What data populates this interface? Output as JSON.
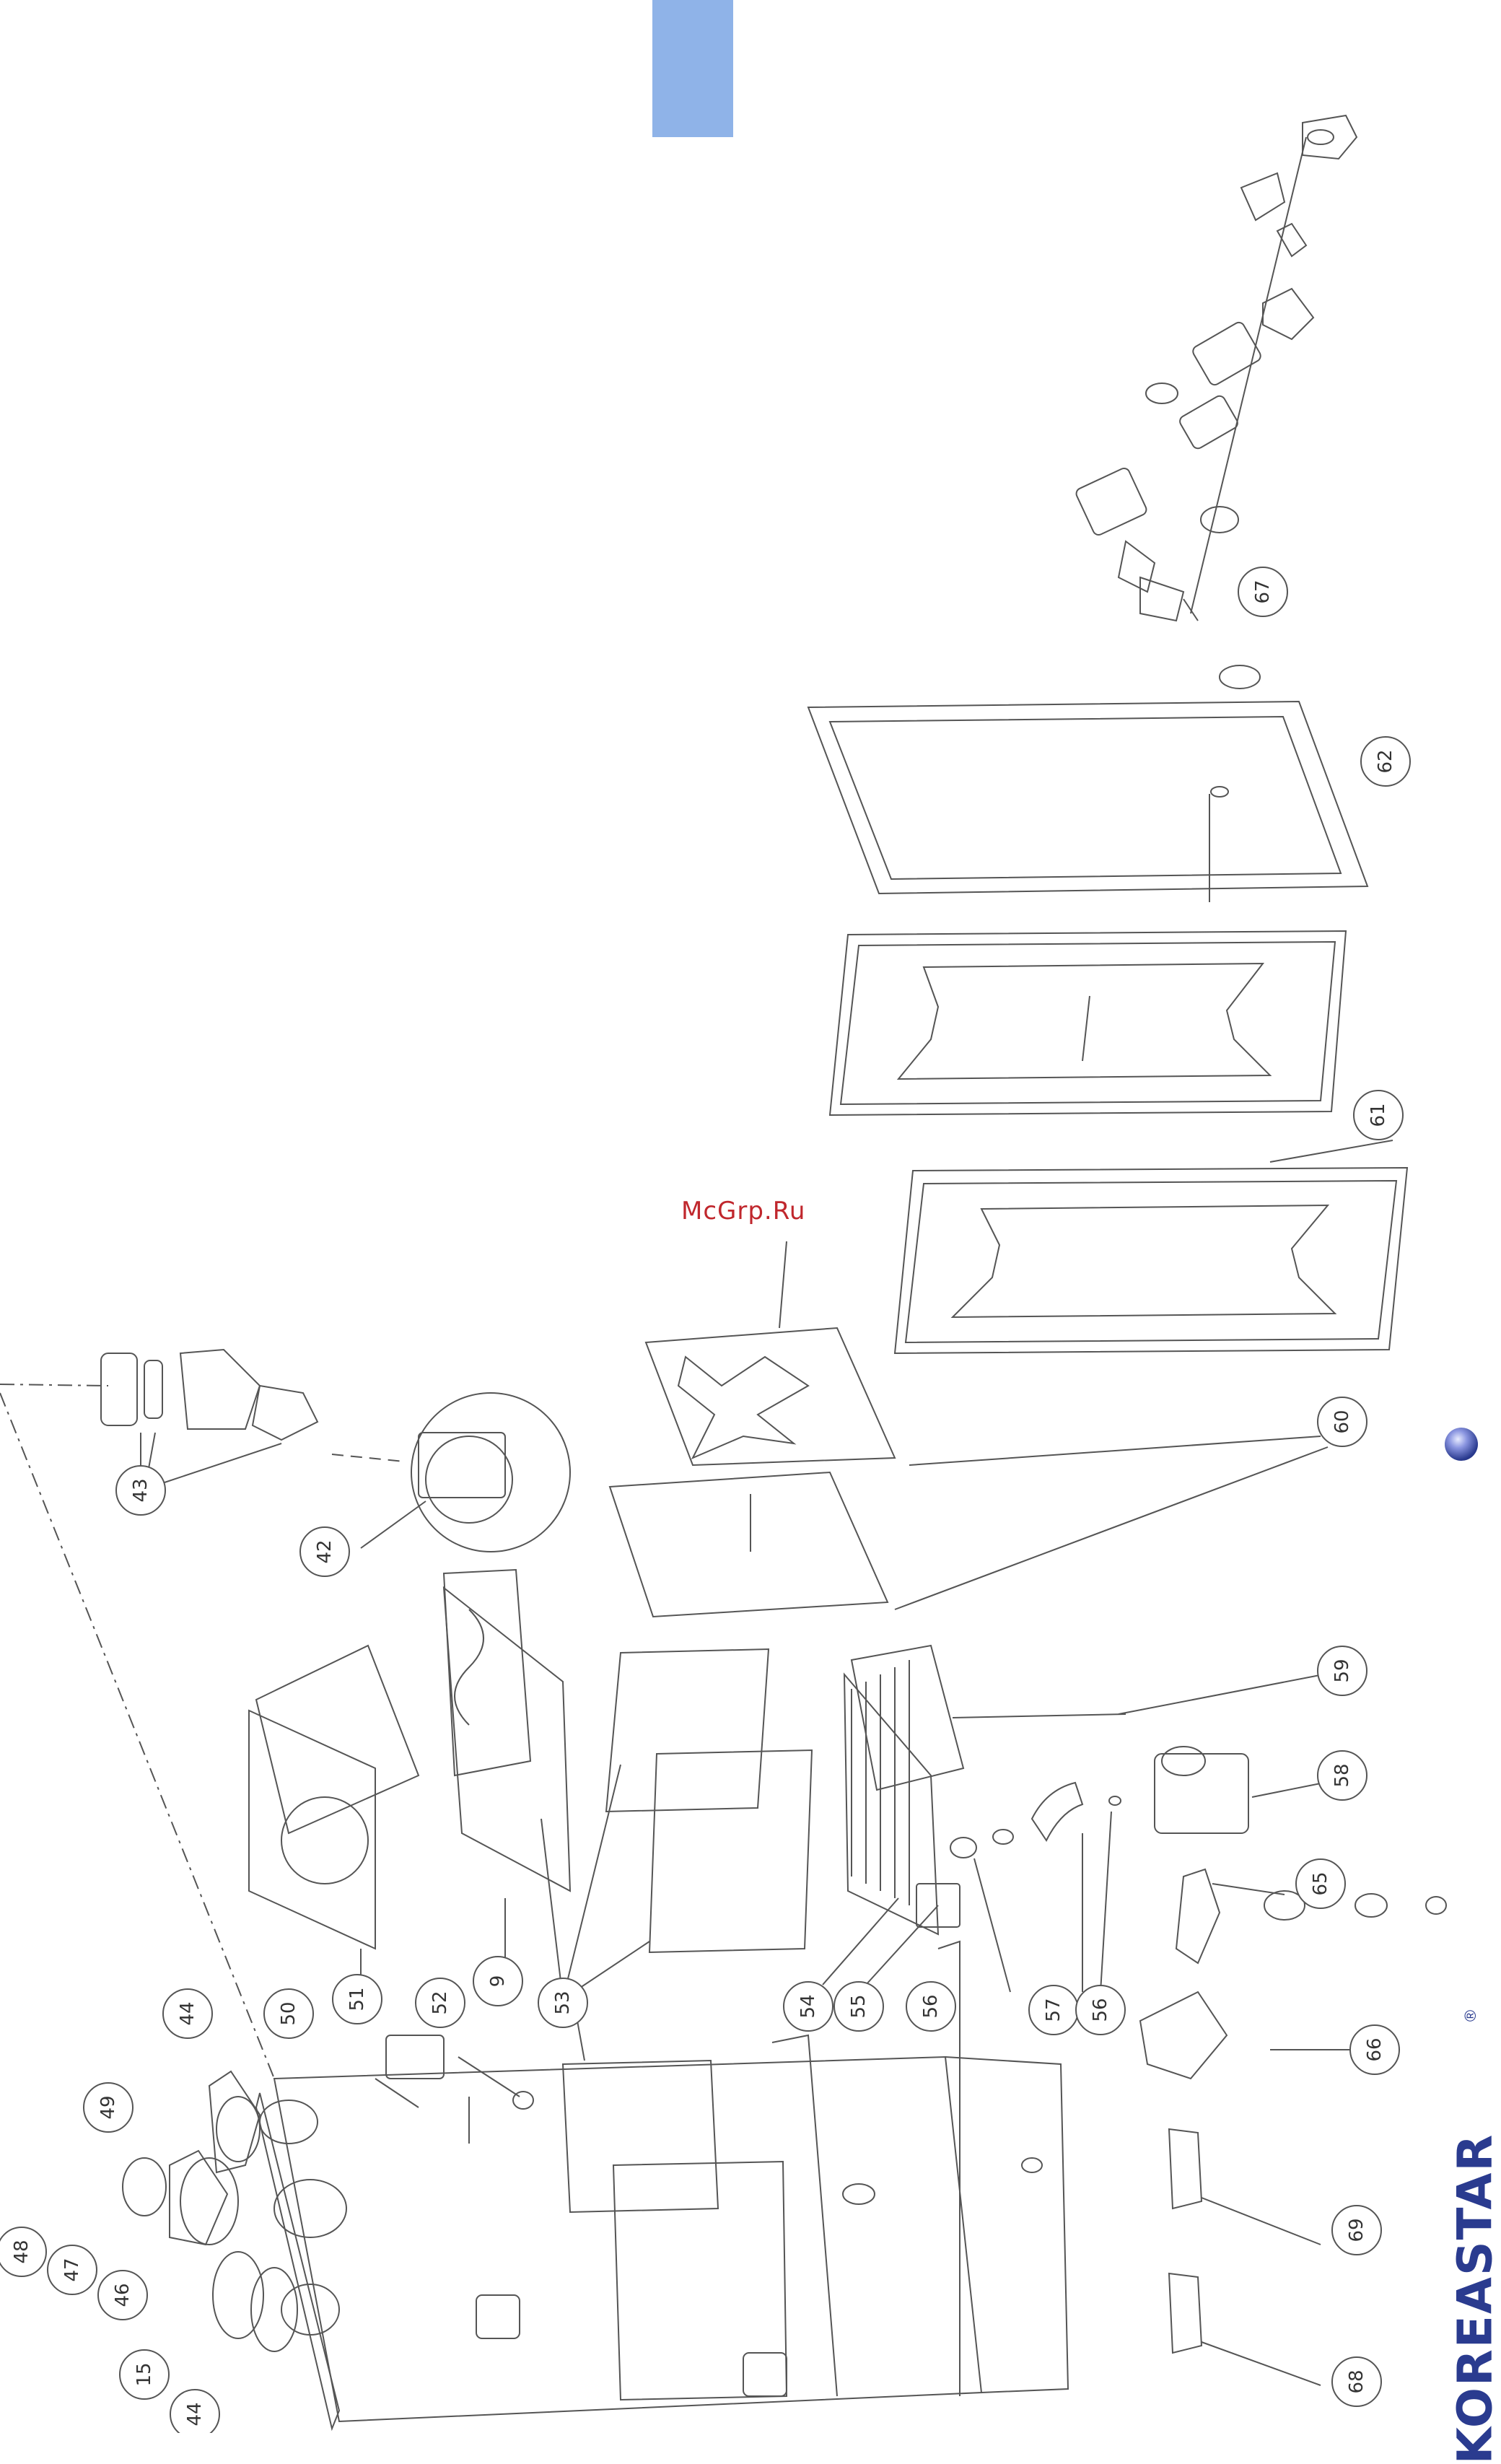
{
  "page": {
    "tab_color": "#8fb3e8",
    "watermark": "McGrp.Ru",
    "watermark_color": "#c0272d",
    "brand": "KOREASTAR",
    "brand_registered": "®",
    "brand_color": "#2a3b8f"
  },
  "callouts": [
    "67",
    "62",
    "61",
    "60",
    "43",
    "42",
    "59",
    "58",
    "65",
    "9",
    "51",
    "52",
    "53",
    "54",
    "55",
    "56",
    "57",
    "56",
    "66",
    "44",
    "50",
    "49",
    "48",
    "47",
    "46",
    "15",
    "44",
    "69",
    "68"
  ]
}
